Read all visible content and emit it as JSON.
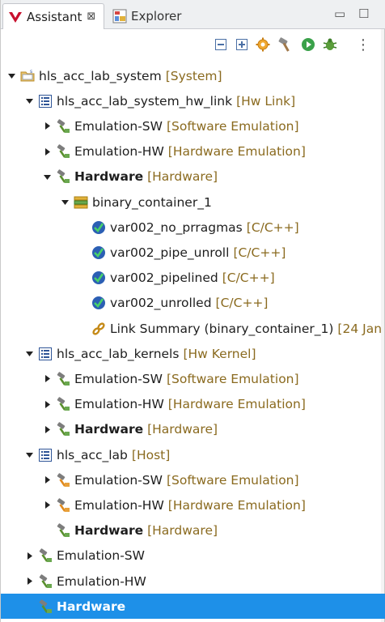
{
  "tabs": [
    {
      "label": "Assistant",
      "close": "⊠",
      "icon": "assistant-icon",
      "active": true
    },
    {
      "label": "Explorer",
      "icon": "explorer-icon",
      "active": false
    }
  ],
  "window_controls": {
    "minimize": "▭",
    "maximize": "☐"
  },
  "toolbar": {
    "icons": [
      "collapse-all-icon",
      "expand-all-icon",
      "settings-gear-icon",
      "build-hammer-icon",
      "run-icon",
      "debug-icon",
      "view-menu-icon"
    ],
    "menu_glyph": "⋮"
  },
  "colors": {
    "selection": "#1e90e8",
    "decoration": "#8a6a1f",
    "hammer": "#5a8f2e",
    "accel": "#2aa84a"
  },
  "tree": [
    {
      "depth": 0,
      "expanded": true,
      "label": "hls_acc_lab_system",
      "dec": "[System]",
      "icon": "system-project-icon"
    },
    {
      "depth": 1,
      "expanded": true,
      "label": "hls_acc_lab_system_hw_link",
      "dec": "[Hw Link]",
      "icon": "project-list-icon"
    },
    {
      "depth": 2,
      "expanded": false,
      "label": "Emulation-SW",
      "dec": "[Software Emulation]",
      "icon": "build-config-icon"
    },
    {
      "depth": 2,
      "expanded": false,
      "label": "Emulation-HW",
      "dec": "[Hardware Emulation]",
      "icon": "build-config-icon"
    },
    {
      "depth": 2,
      "expanded": true,
      "label": "Hardware",
      "dec": "[Hardware]",
      "icon": "build-config-icon",
      "bold": true
    },
    {
      "depth": 3,
      "expanded": true,
      "label": "binary_container_1",
      "dec": "",
      "icon": "binary-container-icon"
    },
    {
      "depth": 4,
      "leaf": true,
      "label": "var002_no_prragmas",
      "dec": "[C/C++]",
      "icon": "kernel-accel-icon"
    },
    {
      "depth": 4,
      "leaf": true,
      "label": "var002_pipe_unroll",
      "dec": "[C/C++]",
      "icon": "kernel-accel-icon"
    },
    {
      "depth": 4,
      "leaf": true,
      "label": "var002_pipelined",
      "dec": "[C/C++]",
      "icon": "kernel-accel-icon"
    },
    {
      "depth": 4,
      "leaf": true,
      "label": "var002_unrolled",
      "dec": "[C/C++]",
      "icon": "kernel-accel-icon"
    },
    {
      "depth": 4,
      "leaf": true,
      "label": "Link Summary (binary_container_1)",
      "dec": "[24 Jan",
      "icon": "link-summary-icon"
    },
    {
      "depth": 1,
      "expanded": true,
      "label": "hls_acc_lab_kernels",
      "dec": "[Hw Kernel]",
      "icon": "project-list-icon"
    },
    {
      "depth": 2,
      "expanded": false,
      "label": "Emulation-SW",
      "dec": "[Software Emulation]",
      "icon": "build-config-icon"
    },
    {
      "depth": 2,
      "expanded": false,
      "label": "Emulation-HW",
      "dec": "[Hardware Emulation]",
      "icon": "build-config-icon"
    },
    {
      "depth": 2,
      "expanded": false,
      "label": "Hardware",
      "dec": "[Hardware]",
      "icon": "build-config-icon",
      "bold": true
    },
    {
      "depth": 1,
      "expanded": true,
      "label": "hls_acc_lab",
      "dec": "[Host]",
      "icon": "project-list-icon"
    },
    {
      "depth": 2,
      "expanded": false,
      "label": "Emulation-SW",
      "dec": "[Software Emulation]",
      "icon": "host-build-config-icon"
    },
    {
      "depth": 2,
      "expanded": false,
      "label": "Emulation-HW",
      "dec": "[Hardware Emulation]",
      "icon": "host-build-config-icon"
    },
    {
      "depth": 2,
      "leaf": true,
      "label": "Hardware",
      "dec": "[Hardware]",
      "icon": "build-config-icon",
      "bold": true
    },
    {
      "depth": 1,
      "expanded": false,
      "label": "Emulation-SW",
      "dec": "",
      "icon": "build-config-icon"
    },
    {
      "depth": 1,
      "expanded": false,
      "label": "Emulation-HW",
      "dec": "",
      "icon": "build-config-icon"
    },
    {
      "depth": 1,
      "leaf": true,
      "label": "Hardware",
      "dec": "",
      "icon": "build-config-icon",
      "bold": true,
      "selected": true
    }
  ]
}
